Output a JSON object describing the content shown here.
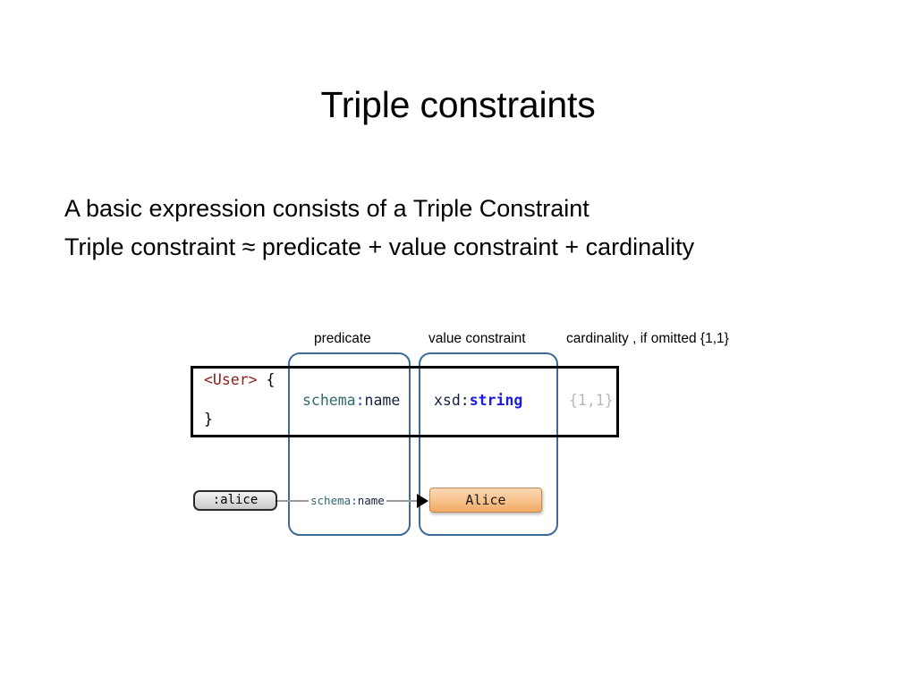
{
  "slide": {
    "title": "Triple constraints",
    "body_lines": [
      "A basic expression consists of a Triple Constraint",
      "Triple constraint ≈ predicate + value constraint + cardinality"
    ]
  },
  "figure": {
    "captions": {
      "predicate": "predicate",
      "value_constraint": "value constraint",
      "cardinality": "cardinality , if omitted {1,1}"
    },
    "schema": {
      "shape_name": "<User>",
      "open_brace": "{",
      "close_brace": "}",
      "predicate": {
        "prefix": "schema",
        "colon": ":",
        "local": "name"
      },
      "value_constraint": {
        "prefix": "xsd:",
        "type": "string"
      },
      "cardinality": "{1,1}"
    },
    "instance": {
      "subject": ":alice",
      "edge_label": {
        "prefix": "schema",
        "colon": ":",
        "local": "name"
      },
      "object": "Alice"
    },
    "colors": {
      "bracket_blue": "#3d6a96",
      "schema_box_border": "#000000",
      "shape_name_red": "#8b2020",
      "ns_prefix_teal": "#2f6b6b",
      "ns_colon_blue": "#1a3fd0",
      "ns_local_navy": "#16213f",
      "xsd_type_blue": "#1a1ae0",
      "cardinality_gray": "#b8b8b8",
      "object_orange": "#f2a964",
      "subject_gray": "#e0e0e0"
    }
  }
}
